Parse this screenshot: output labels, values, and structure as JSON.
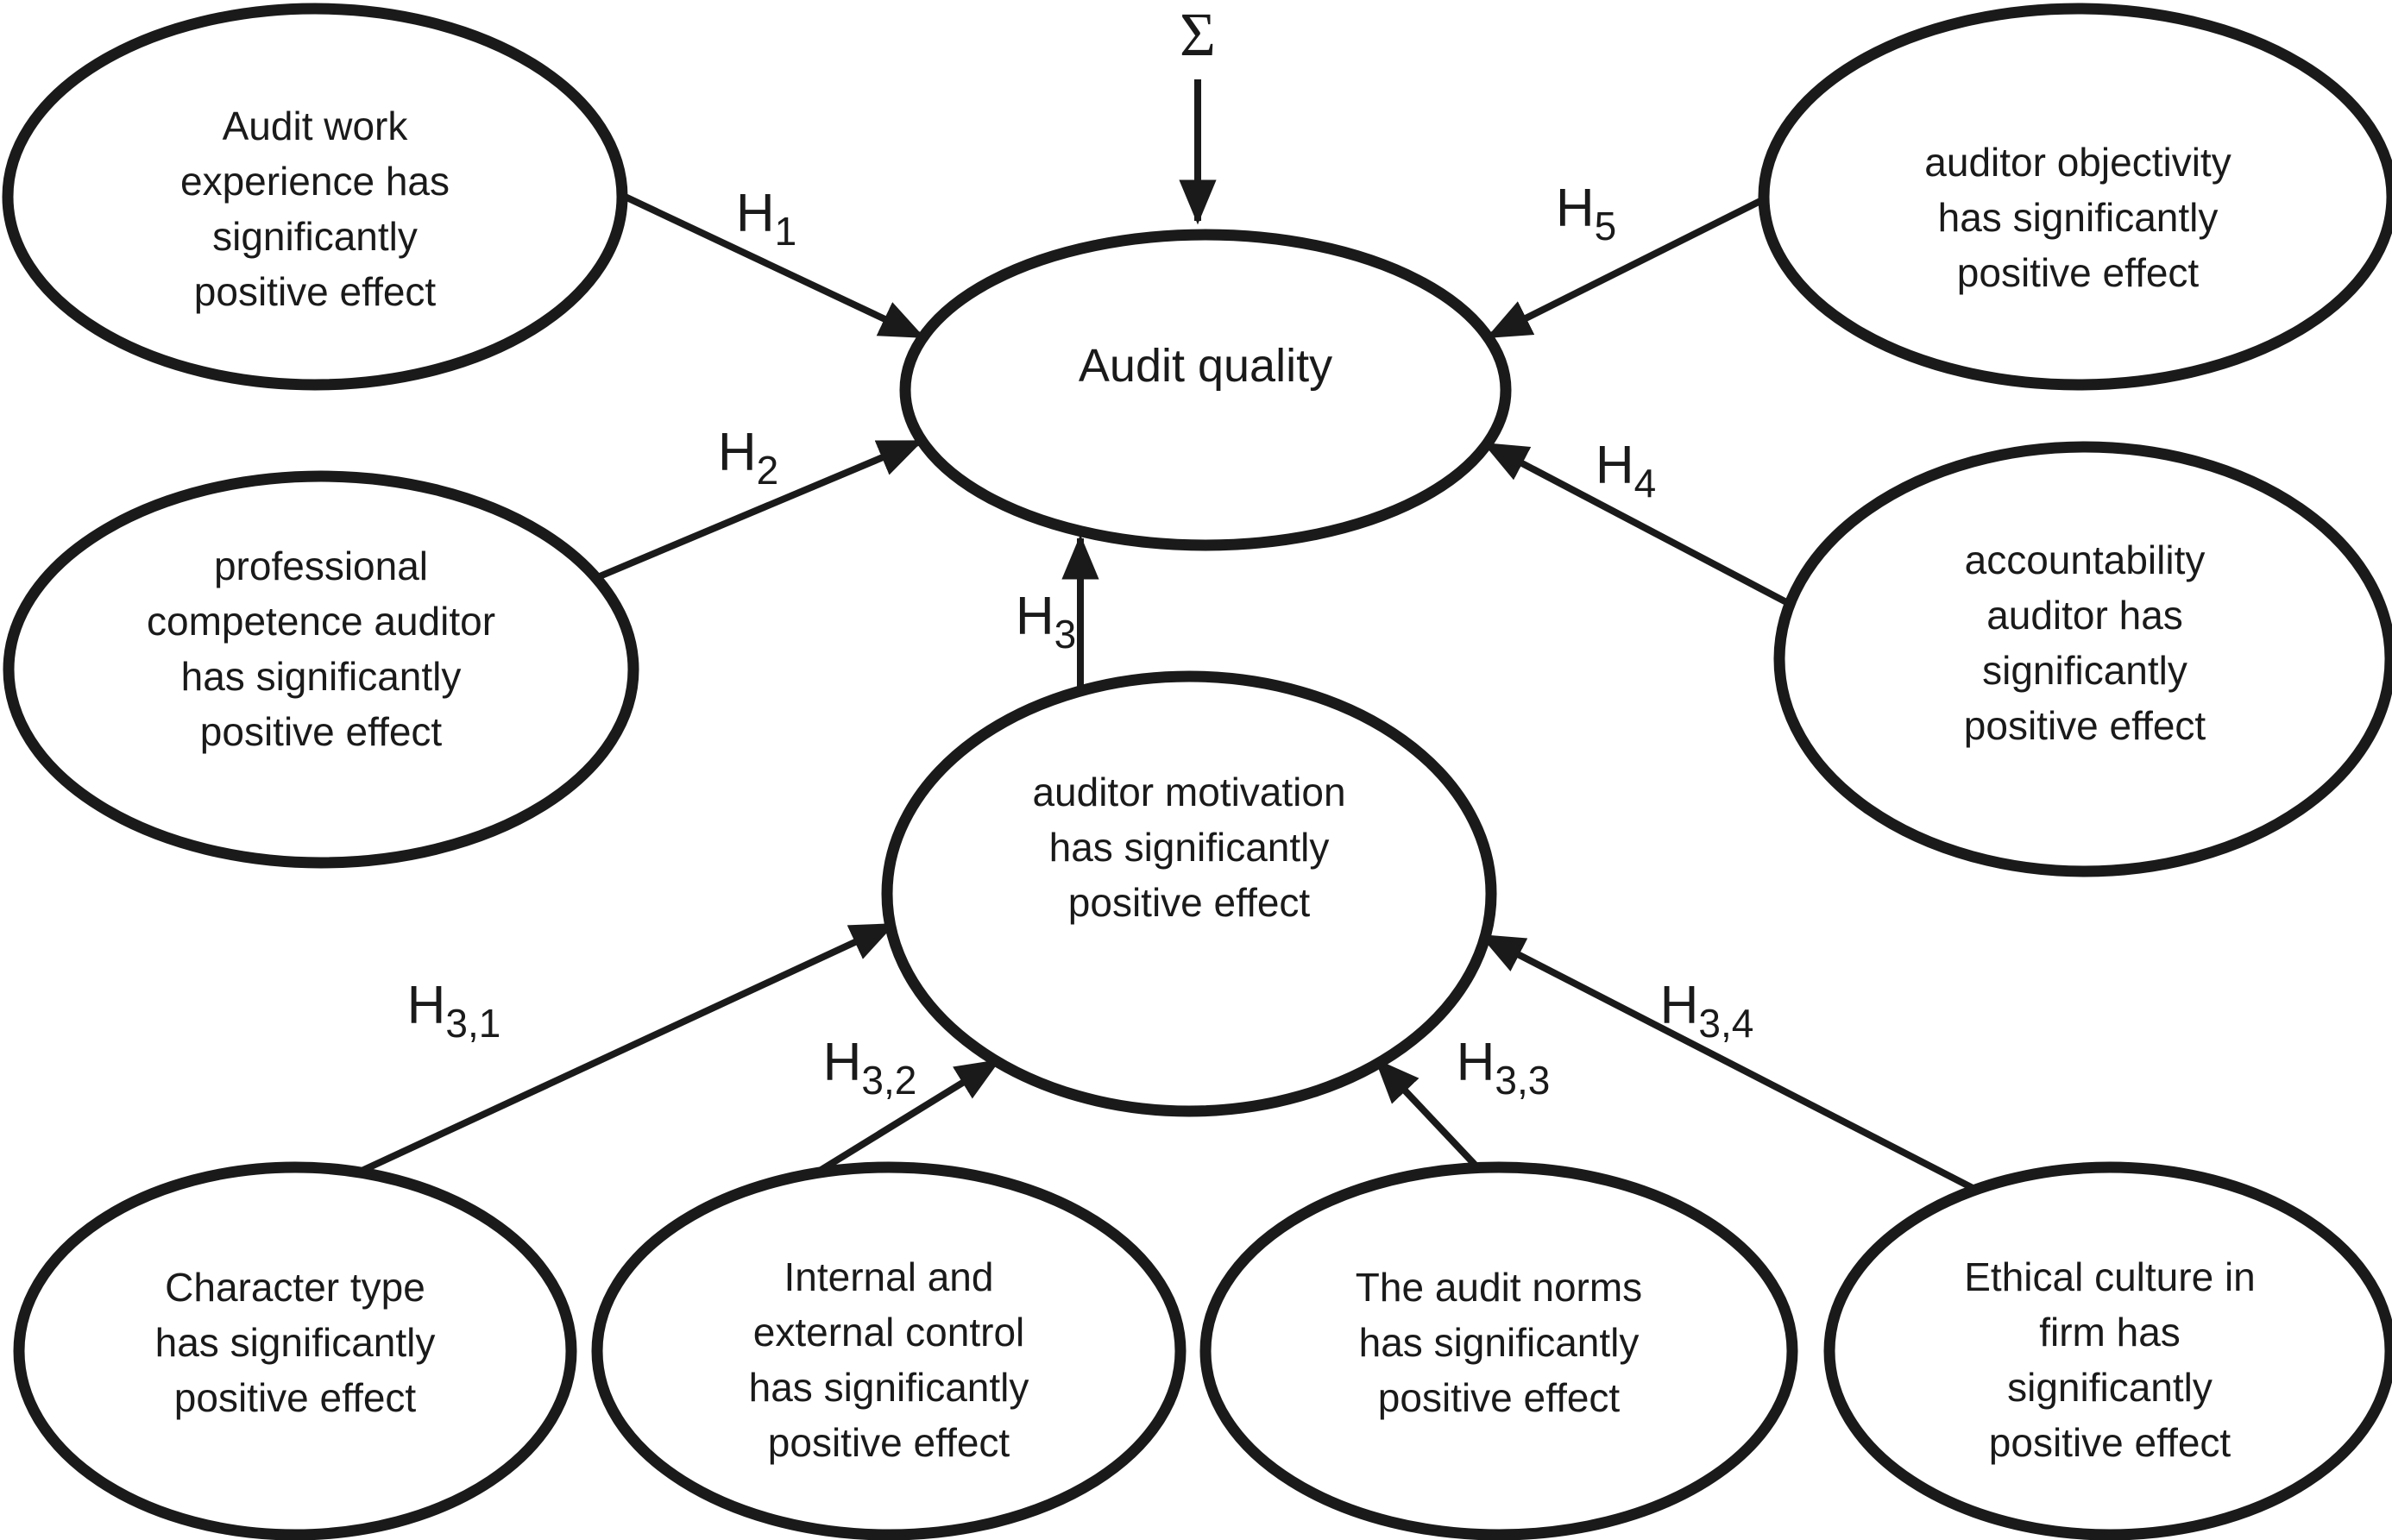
{
  "figure": {
    "background_color": "#ffffff",
    "ink_color": "#1a1a1a",
    "error_term_symbol": "Σ",
    "nodes": {
      "audit_quality": {
        "lines": [
          "Audit quality"
        ]
      },
      "audit_work_experience": {
        "lines": [
          "Audit work",
          "experience has",
          "significantly",
          "positive effect"
        ]
      },
      "professional_competence": {
        "lines": [
          "professional",
          "competence auditor",
          "has significantly",
          "positive effect"
        ]
      },
      "auditor_objectivity": {
        "lines": [
          "auditor objectivity",
          "has significantly",
          "positive effect"
        ]
      },
      "accountability": {
        "lines": [
          "accountability",
          "auditor has",
          "significantly",
          "positive effect"
        ]
      },
      "auditor_motivation": {
        "lines": [
          "auditor motivation",
          "has significantly",
          "positive effect"
        ]
      },
      "character_type": {
        "lines": [
          "Character type",
          "has significantly",
          "positive effect"
        ]
      },
      "internal_external_control": {
        "lines": [
          "Internal and",
          "external control",
          "has significantly",
          "positive effect"
        ]
      },
      "audit_norms": {
        "lines": [
          "The audit norms",
          "has significantly",
          "positive effect"
        ]
      },
      "ethical_culture": {
        "lines": [
          "Ethical culture in",
          "firm has",
          "significantly",
          "positive effect"
        ]
      }
    },
    "hypotheses": {
      "h1": {
        "base": "H",
        "sub": "1"
      },
      "h2": {
        "base": "H",
        "sub": "2"
      },
      "h3": {
        "base": "H",
        "sub": "3"
      },
      "h4": {
        "base": "H",
        "sub": "4"
      },
      "h5": {
        "base": "H",
        "sub": "5"
      },
      "h31": {
        "base": "H",
        "sub": "3,1"
      },
      "h32": {
        "base": "H",
        "sub": "3,2"
      },
      "h33": {
        "base": "H",
        "sub": "3,3"
      },
      "h34": {
        "base": "H",
        "sub": "3,4"
      }
    }
  }
}
